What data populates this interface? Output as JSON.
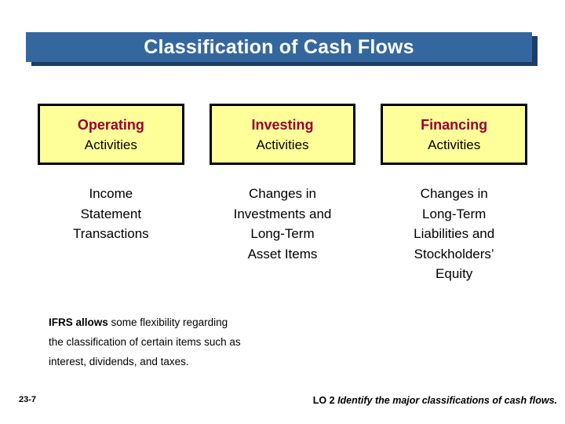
{
  "slide": {
    "title": "Classification of Cash Flows",
    "colors": {
      "title_bar": "#35679f",
      "title_shadow": "#1d3d66",
      "header_box_fill": "#ffff99",
      "header_box_border": "#000000",
      "header_text": "#990033"
    },
    "columns": [
      {
        "header_line1": "Operating",
        "header_line2": "Activities",
        "body": [
          "Income",
          "Statement",
          "Transactions"
        ]
      },
      {
        "header_line1": "Investing",
        "header_line2": "Activities",
        "body": [
          "Changes in",
          "Investments and",
          "Long-Term",
          "Asset Items"
        ]
      },
      {
        "header_line1": "Financing",
        "header_line2": "Activities",
        "body": [
          "Changes in",
          "Long-Term",
          "Liabilities and",
          "Stockholders’",
          "Equity"
        ]
      }
    ],
    "note": {
      "bold_lead": "IFRS allows",
      "rest_line1": " some flexibility regarding",
      "line2": "the classification of certain items such as",
      "line3": "interest, dividends, and taxes."
    },
    "footer": {
      "slide_number": "23-7",
      "learning_objective": "LO 2",
      "learning_objective_text": "Identify the major classifications of cash flows."
    }
  }
}
